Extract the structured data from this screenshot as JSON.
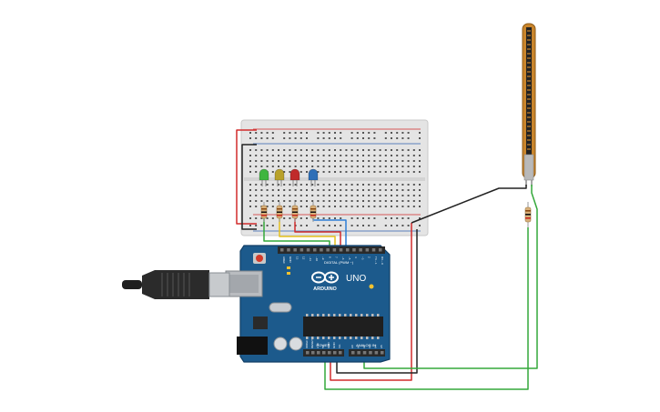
{
  "board": {
    "brand": "ARDUINO",
    "model": "UNO",
    "digital_label": "DIGITAL (PWM ~)",
    "power_label": "POWER",
    "analog_label": "ANALOG IN",
    "digital_pins": [
      "AREF",
      "GND",
      "13",
      "12",
      "~11",
      "~10",
      "~9",
      "8",
      "7",
      "~6",
      "~5",
      "4",
      "~3",
      "2",
      "TX→1",
      "RX←0"
    ],
    "power_pins": [
      "IOREF",
      "RESET",
      "3.3V",
      "5V",
      "GND",
      "GND",
      "Vin"
    ],
    "analog_pins": [
      "A0",
      "A1",
      "A2",
      "A3",
      "A4",
      "A5"
    ]
  },
  "leds": [
    {
      "color": "green"
    },
    {
      "color": "yellow"
    },
    {
      "color": "red"
    },
    {
      "color": "blue"
    }
  ],
  "colors": {
    "board": "#1c5a8c",
    "board_edge": "#123f66",
    "breadboard": "#e8e8e8",
    "wire_red": "#d22b2b",
    "wire_black": "#222222",
    "wire_green": "#34a83a",
    "wire_yellow": "#e6c21e",
    "wire_blue": "#2f7fd6",
    "flex_sensor": "#c9852c",
    "led_green": "#3fb53f",
    "led_yellow": "#b8a12a",
    "led_red": "#c02a2a",
    "led_blue": "#2e6fb7"
  }
}
